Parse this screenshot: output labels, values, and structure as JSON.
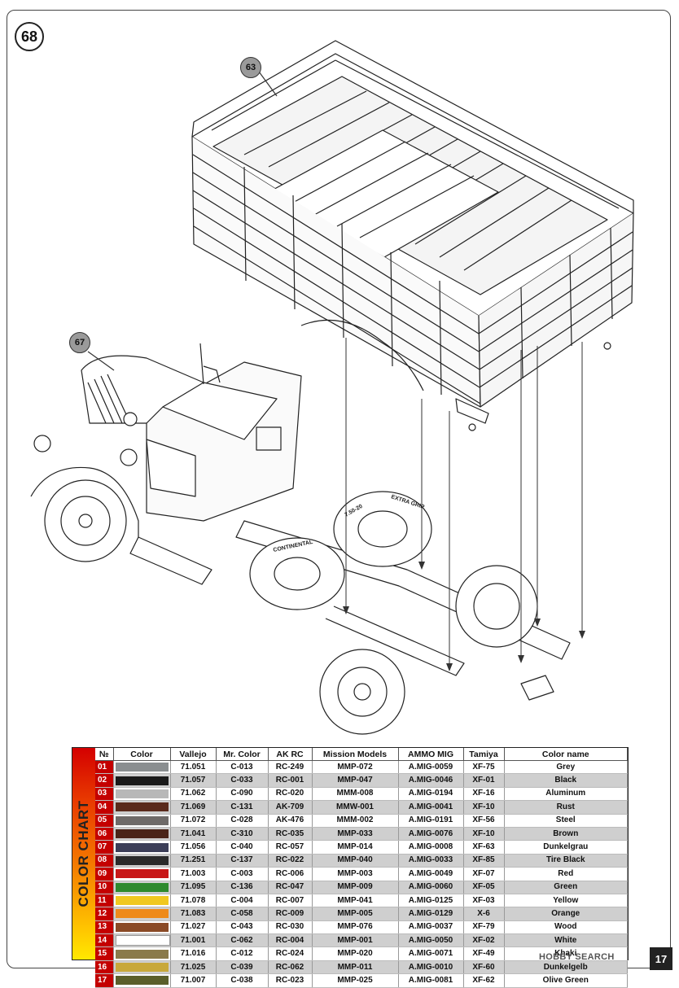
{
  "step": {
    "number": "68"
  },
  "callouts": [
    {
      "label": "63"
    },
    {
      "label": "67"
    }
  ],
  "tire_labels": {
    "brand": "CONTINENTAL",
    "tread": "EXTRA GRIP",
    "size": "7.50-20"
  },
  "color_chart": {
    "side_label": "COLOR CHART",
    "headers": [
      "№",
      "Color",
      "Vallejo",
      "Mr. Color",
      "AK RC",
      "Mission Models",
      "AMMO MIG",
      "Tamiya",
      "Color name"
    ],
    "rows": [
      {
        "num": "01",
        "swatch": "#8a8e90",
        "vallejo": "71.051",
        "mr_color": "C-013",
        "ak_rc": "RC-249",
        "mission": "MMP-072",
        "ammo": "A.MIG-0059",
        "tamiya": "XF-75",
        "name": "Grey"
      },
      {
        "num": "02",
        "swatch": "#1a1a1a",
        "vallejo": "71.057",
        "mr_color": "C-033",
        "ak_rc": "RC-001",
        "mission": "MMP-047",
        "ammo": "A.MIG-0046",
        "tamiya": "XF-01",
        "name": "Black"
      },
      {
        "num": "03",
        "swatch": "#b8b8b8",
        "vallejo": "71.062",
        "mr_color": "C-090",
        "ak_rc": "RC-020",
        "mission": "MMM-008",
        "ammo": "A.MIG-0194",
        "tamiya": "XF-16",
        "name": "Aluminum"
      },
      {
        "num": "04",
        "swatch": "#5a2a1c",
        "vallejo": "71.069",
        "mr_color": "C-131",
        "ak_rc": "AK-709",
        "mission": "MMW-001",
        "ammo": "A.MIG-0041",
        "tamiya": "XF-10",
        "name": "Rust"
      },
      {
        "num": "05",
        "swatch": "#6e6a68",
        "vallejo": "71.072",
        "mr_color": "C-028",
        "ak_rc": "AK-476",
        "mission": "MMM-002",
        "ammo": "A.MIG-0191",
        "tamiya": "XF-56",
        "name": "Steel"
      },
      {
        "num": "06",
        "swatch": "#4a2418",
        "vallejo": "71.041",
        "mr_color": "C-310",
        "ak_rc": "RC-035",
        "mission": "MMP-033",
        "ammo": "A.MIG-0076",
        "tamiya": "XF-10",
        "name": "Brown"
      },
      {
        "num": "07",
        "swatch": "#3c3e58",
        "vallejo": "71.056",
        "mr_color": "C-040",
        "ak_rc": "RC-057",
        "mission": "MMP-014",
        "ammo": "A.MIG-0008",
        "tamiya": "XF-63",
        "name": "Dunkelgrau"
      },
      {
        "num": "08",
        "swatch": "#2a2a2a",
        "vallejo": "71.251",
        "mr_color": "C-137",
        "ak_rc": "RC-022",
        "mission": "MMP-040",
        "ammo": "A.MIG-0033",
        "tamiya": "XF-85",
        "name": "Tire Black"
      },
      {
        "num": "09",
        "swatch": "#c81818",
        "vallejo": "71.003",
        "mr_color": "C-003",
        "ak_rc": "RC-006",
        "mission": "MMP-003",
        "ammo": "A.MIG-0049",
        "tamiya": "XF-07",
        "name": "Red"
      },
      {
        "num": "10",
        "swatch": "#2e8a2e",
        "vallejo": "71.095",
        "mr_color": "C-136",
        "ak_rc": "RC-047",
        "mission": "MMP-009",
        "ammo": "A.MIG-0060",
        "tamiya": "XF-05",
        "name": "Green"
      },
      {
        "num": "11",
        "swatch": "#f0c820",
        "vallejo": "71.078",
        "mr_color": "C-004",
        "ak_rc": "RC-007",
        "mission": "MMP-041",
        "ammo": "A.MIG-0125",
        "tamiya": "XF-03",
        "name": "Yellow"
      },
      {
        "num": "12",
        "swatch": "#ee8a1a",
        "vallejo": "71.083",
        "mr_color": "C-058",
        "ak_rc": "RC-009",
        "mission": "MMP-005",
        "ammo": "A.MIG-0129",
        "tamiya": "X-6",
        "name": "Orange"
      },
      {
        "num": "13",
        "swatch": "#8a4a26",
        "vallejo": "71.027",
        "mr_color": "C-043",
        "ak_rc": "RC-030",
        "mission": "MMP-076",
        "ammo": "A.MIG-0037",
        "tamiya": "XF-79",
        "name": "Wood"
      },
      {
        "num": "14",
        "swatch": "#ffffff",
        "vallejo": "71.001",
        "mr_color": "C-062",
        "ak_rc": "RC-004",
        "mission": "MMP-001",
        "ammo": "A.MIG-0050",
        "tamiya": "XF-02",
        "name": "White"
      },
      {
        "num": "15",
        "swatch": "#8a7a4a",
        "vallejo": "71.016",
        "mr_color": "C-012",
        "ak_rc": "RC-024",
        "mission": "MMP-020",
        "ammo": "A.MIG-0071",
        "tamiya": "XF-49",
        "name": "Khaki"
      },
      {
        "num": "16",
        "swatch": "#c8a83a",
        "vallejo": "71.025",
        "mr_color": "C-039",
        "ak_rc": "RC-062",
        "mission": "MMP-011",
        "ammo": "A.MIG-0010",
        "tamiya": "XF-60",
        "name": "Dunkelgelb"
      },
      {
        "num": "17",
        "swatch": "#5a5e2a",
        "vallejo": "71.007",
        "mr_color": "C-038",
        "ak_rc": "RC-023",
        "mission": "MMP-025",
        "ammo": "A.MIG-0081",
        "tamiya": "XF-62",
        "name": "Olive Green"
      }
    ]
  },
  "page": {
    "number": "17"
  },
  "watermark": "HOBBY SEARCH"
}
